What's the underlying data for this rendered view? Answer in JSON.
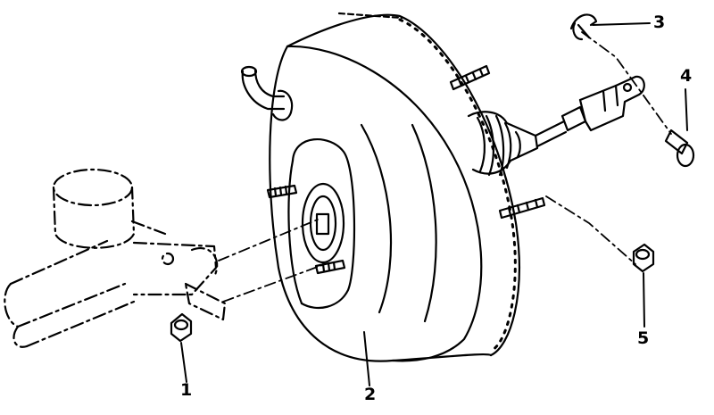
{
  "callouts": [
    {
      "id": "1",
      "label": "1"
    },
    {
      "id": "2",
      "label": "2"
    },
    {
      "id": "3",
      "label": "3"
    },
    {
      "id": "4",
      "label": "4"
    },
    {
      "id": "5",
      "label": "5"
    }
  ],
  "colors": {
    "ink": "#000000",
    "background": "#ffffff"
  }
}
